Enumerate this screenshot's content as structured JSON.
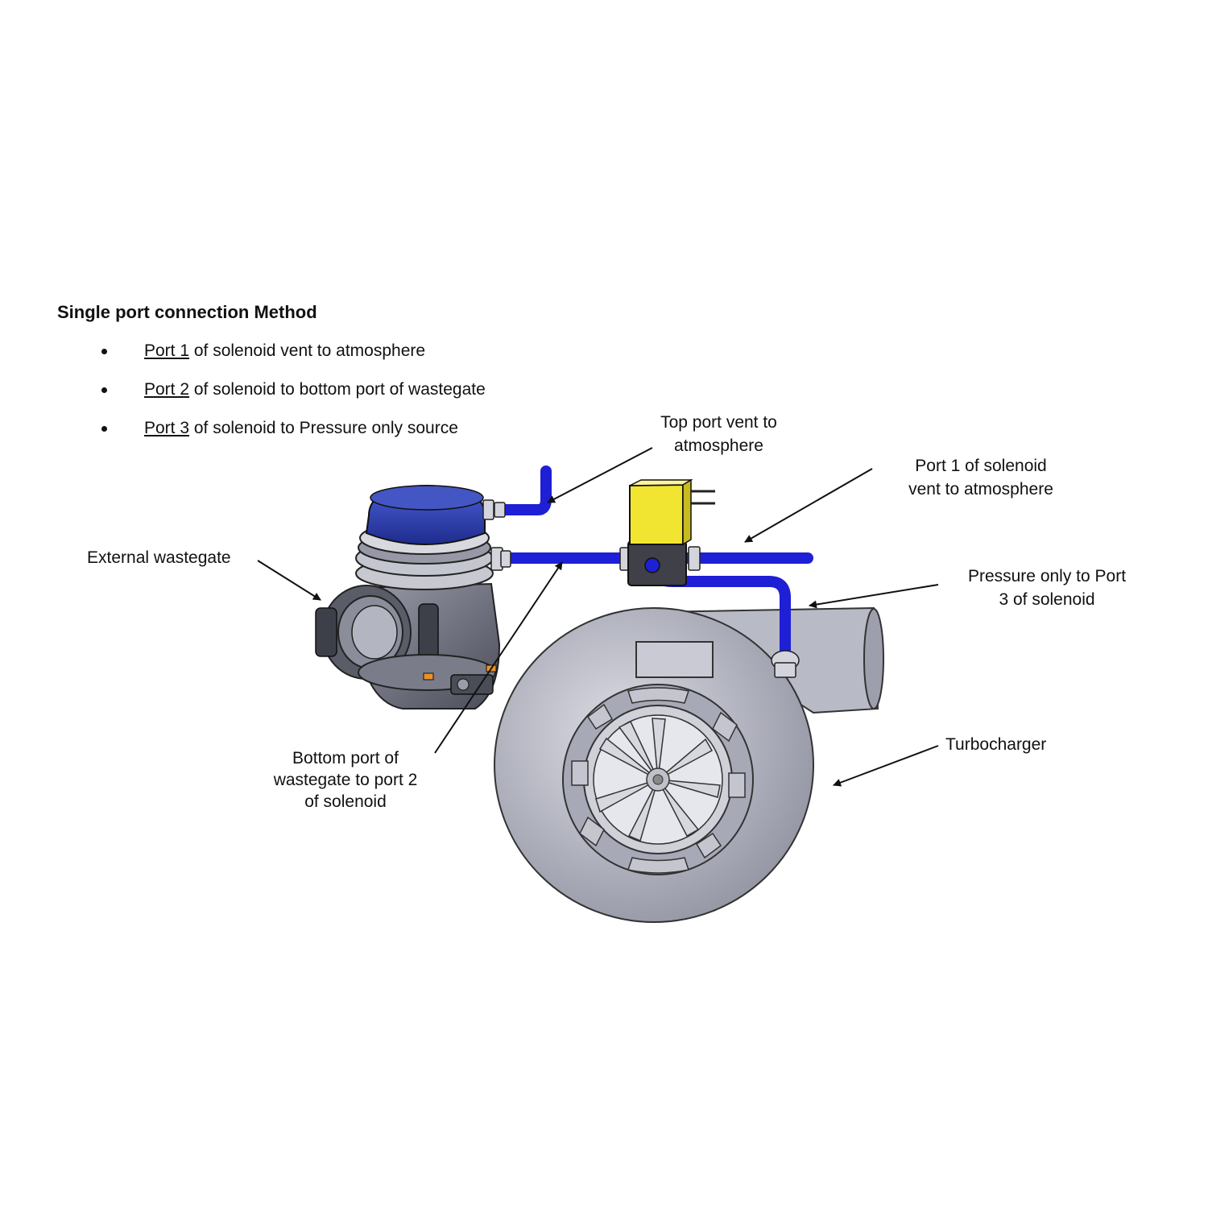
{
  "heading": "Single port connection Method",
  "bullets": [
    {
      "port": "Port 1",
      "text": " of solenoid vent to atmosphere"
    },
    {
      "port": "Port 2",
      "text": " of solenoid to bottom port of wastegate"
    },
    {
      "port": "Port 3",
      "text": " of solenoid to Pressure only source"
    }
  ],
  "labels": {
    "top_port_1": "Top port vent to",
    "top_port_2": "atmosphere",
    "port1_1": "Port 1 of solenoid",
    "port1_2": "vent to atmosphere",
    "external_wastegate": "External wastegate",
    "pressure_1": "Pressure only to Port",
    "pressure_2": "3 of solenoid",
    "bottom_1": "Bottom port of",
    "bottom_2": "wastegate to port 2",
    "bottom_3": "of solenoid",
    "turbocharger": "Turbocharger"
  },
  "colors": {
    "hose": "#1f1fd6",
    "wastegate_cap": "#2c3fb0",
    "solenoid": "#f2e531",
    "turbo_body": "#b4b6c2",
    "wastegate_body": "#6f7180"
  }
}
